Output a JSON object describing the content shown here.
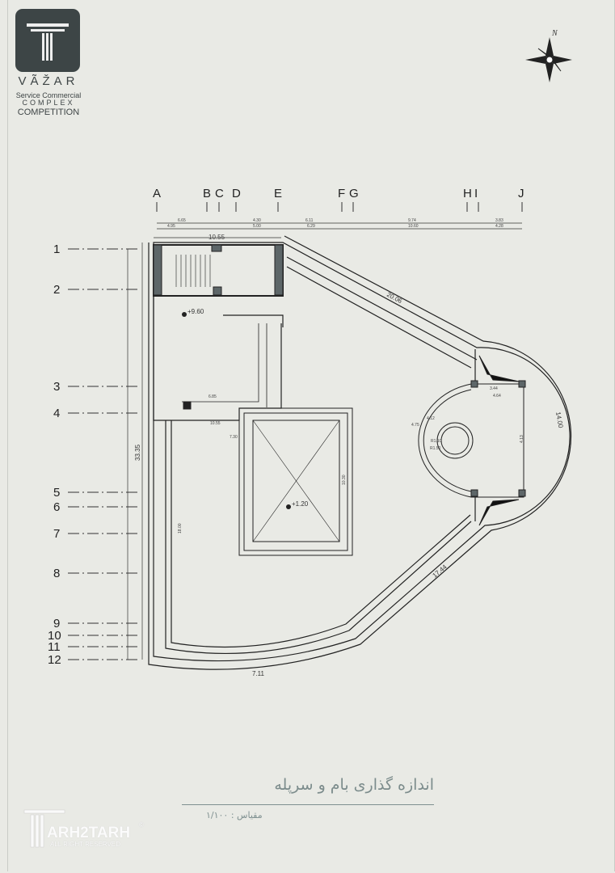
{
  "brand": {
    "name": "VÃŽAR",
    "line1": "Service Commercial",
    "line2": "COMPLEX",
    "line3": "COMPETITION"
  },
  "compass": {
    "north": "N"
  },
  "grid_cols": [
    {
      "label": "A"
    },
    {
      "label": "B"
    },
    {
      "label": "C"
    },
    {
      "label": "D"
    },
    {
      "label": "E"
    },
    {
      "label": "F"
    },
    {
      "label": "G"
    },
    {
      "label": "H"
    },
    {
      "label": "I"
    },
    {
      "label": "J"
    }
  ],
  "grid_rows": [
    "1",
    "2",
    "3",
    "4",
    "5",
    "6",
    "7",
    "8",
    "9",
    "10",
    "11",
    "12"
  ],
  "top_dims_row1": [
    "6.65",
    "4.30",
    "6.11",
    "9.74",
    "3.83"
  ],
  "top_dims_row2": [
    "4.95",
    "5.00",
    "6.29",
    "10.60",
    "4.28"
  ],
  "dims": {
    "top_overall": "10.55",
    "left_overall": "33.35",
    "diag_upper": "20.06",
    "diag_lower": "17.44",
    "bottom": "7.11",
    "arc": "14.00",
    "inner_left": "18.00",
    "court_w": "7.30",
    "court_h": "10.30",
    "core_w": "6.85",
    "slab": "10.55",
    "r1": "R1.10",
    "r2": "R1.50",
    "semi1": "4.12",
    "semi2": "4.75",
    "bay": "4.13",
    "bay_w": "4.64",
    "bay_w2": "3.44"
  },
  "elevations": {
    "roof": "+9.60",
    "court": "+1.20"
  },
  "footer": {
    "title": "اندازه گذاری بام و سرپله",
    "scale": "مقیاس : ۱/۱۰۰"
  },
  "watermark": {
    "name": "ARH2TARH",
    "rights": "ALL RIGHT RESERVED",
    "mark": "©"
  }
}
